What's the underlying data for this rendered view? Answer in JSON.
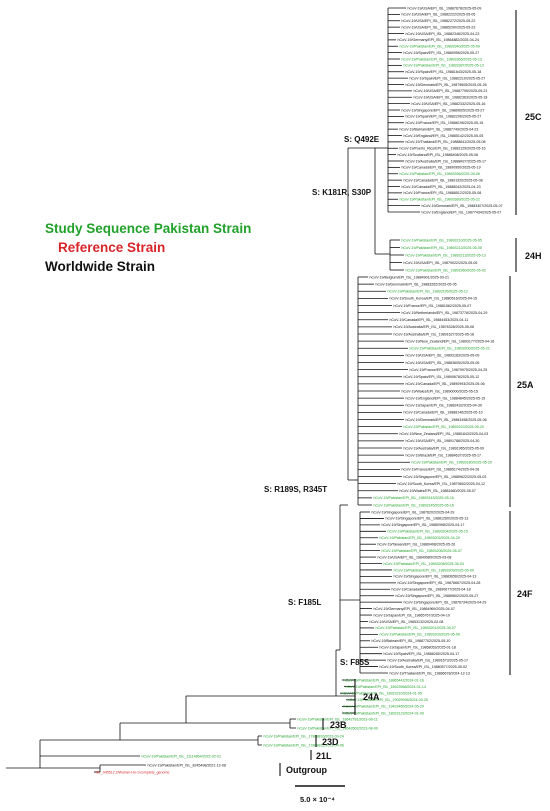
{
  "legend": {
    "study": {
      "label": "Study Sequence Pakistan Strain",
      "color": "#22a12b"
    },
    "reference": {
      "label": "Reference Strain",
      "color": "#d9262b"
    },
    "worldwide": {
      "label": "Worldwide Strain",
      "color": "#111111"
    }
  },
  "mutations": {
    "q492e": "S: Q492E",
    "k181r": "S: K181R, S30P",
    "r189s": "S: R189S, R345T",
    "f185l": "S: F185L",
    "f85s": "S: F85S"
  },
  "clades": [
    "25C",
    "24H",
    "25A",
    "24F",
    "24A",
    "23B",
    "23D",
    "21L",
    "Outgroup"
  ],
  "scale_label": "5.0 × 10⁻⁴",
  "groups": {
    "g25c": [
      {
        "t": "hCoV-19/USA/EPI_ISL_19887678/2025-05-09",
        "c": "w"
      },
      {
        "t": "hCoV-19/USA/EPI_ISL_19882222/2025-05-05",
        "c": "w"
      },
      {
        "t": "hCoV-19/USA/EPI_ISL_19882272/2025-05-22",
        "c": "w"
      },
      {
        "t": "hCoV-19/USA/EPI_ISL_19885290/2025-05-23",
        "c": "w"
      },
      {
        "t": "hCoV-19/USA/EPI_ISL_19882346/2025-04-23",
        "c": "w"
      },
      {
        "t": "hCoV-19/Germany/EPI_ISL_19864882/2025-04-24",
        "c": "w"
      },
      {
        "t": "hCoV-19/Pakistan/EPI_ISL_19893340/2025-05-09",
        "c": "s"
      },
      {
        "t": "hCoV-19/Spain/EPI_ISL_19880956/2025-05-27",
        "c": "w"
      },
      {
        "t": "hCoV-19/Pakistan/EPI_ISL_19893366/2025-05-13",
        "c": "s"
      },
      {
        "t": "hCoV-19/Pakistan/EPI_ISL_19893387/2025-05-13",
        "c": "s"
      },
      {
        "t": "hCoV-19/Spain/EPI_ISL_19881643/2025-05-18",
        "c": "w"
      },
      {
        "t": "hCoV-19/Spain/EPI_ISL_19882210/2025-05-27",
        "c": "w"
      },
      {
        "t": "hCoV-19/Denmark/EPI_ISL_19879605/2025-05-26",
        "c": "w"
      },
      {
        "t": "hCoV-19/USA/EPI_ISL_19887795/2025-05-21",
        "c": "w"
      },
      {
        "t": "hCoV-19/USA/EPI_ISL_19882363/2025-05-18",
        "c": "w"
      },
      {
        "t": "hCoV-19/USA/EPI_ISL_19882332/2025-05-16",
        "c": "w"
      },
      {
        "t": "hCoV-19/Singapore/EPI_ISL_19889605/2025-05-27",
        "c": "w"
      },
      {
        "t": "hCoV-19/Spain/EPI_ISL_19882206/2025-05-27",
        "c": "w"
      },
      {
        "t": "hCoV-19/France/EPI_ISL_19886196/2025-05-15",
        "c": "w"
      },
      {
        "t": "hCoV-19/Bahrain/EPI_ISL_19887749/2025-04-23",
        "c": "w"
      },
      {
        "t": "hCoV-19/England/EPI_ISL_19885142/2025-05-05",
        "c": "w"
      },
      {
        "t": "hCoV-19/Thailand/EPI_ISL_19888611/2025-05-08",
        "c": "w"
      },
      {
        "t": "hCoV-19/Puerto_Rico/EPI_ISL_19881129/2025-05-15",
        "c": "w"
      },
      {
        "t": "hCoV-19/Scotland/EPI_ISL_19886408/2025-05-08",
        "c": "w"
      },
      {
        "t": "hCoV-19/Australia/EPI_ISL_19888427/2025-05-17",
        "c": "w"
      },
      {
        "t": "hCoV-19/Canada/EPI_ISL_19890950/2025-05-19",
        "c": "w"
      },
      {
        "t": "hCoV-19/Pakistan/EPI_ISL_19893396/2025-05-06",
        "c": "s"
      },
      {
        "t": "hCoV-19/Canada/EPI_ISL_19891920/2025-05-08",
        "c": "w"
      },
      {
        "t": "hCoV-19/Canada/EPI_ISL_19888042/2025-04-23",
        "c": "w"
      },
      {
        "t": "hCoV-19/France/EPI_ISL_19888512/2025-05-08",
        "c": "w"
      },
      {
        "t": "hCoV-19/Pakistan/EPI_ISL_19893389/2025-05-22",
        "c": "s"
      },
      {
        "t": "hCoV-19/Denmark/EPI_ISL_19883407/2025-05-07",
        "c": "w"
      },
      {
        "t": "hCoV-19/England/EPI_ISL_19877434/2025-05-07",
        "c": "w"
      }
    ],
    "g24h": [
      {
        "t": "hCoV-19/Pakistan/EPI_ISL_19893210/2025-05-05",
        "c": "s"
      },
      {
        "t": "hCoV-19/Pakistan/EPI_ISL_19893212/2025-05-05",
        "c": "s"
      },
      {
        "t": "hCoV-19/Pakistan/EPI_ISL_19893213/2025-05-13",
        "c": "s"
      },
      {
        "t": "hCoV-19/USA/EPI_ISL_19879022/2025-05-05",
        "c": "w"
      },
      {
        "t": "hCoV-19/Pakistan/EPI_ISL_19891960/2025-05-02",
        "c": "s"
      }
    ],
    "g25a": [
      {
        "t": "hCoV-19/Belgium/EPI_ISL_19884901/2025-03-21",
        "c": "w"
      },
      {
        "t": "hCoV-19/Denmark/EPI_ISL_19883262/2025-05-05",
        "c": "w"
      },
      {
        "t": "hCoV-19/Pakistan/EPI_ISL_19893195/2025-05-12",
        "c": "s"
      },
      {
        "t": "hCoV-19/South_Korea/EPI_ISL_19880516/2025-04-15",
        "c": "w"
      },
      {
        "t": "hCoV-19/France/EPI_ISL_19881562/2025-05-07",
        "c": "w"
      },
      {
        "t": "hCoV-19/Netherlands/EPI_ISL_19873776/2025-04-29",
        "c": "w"
      },
      {
        "t": "hCoV-19/Canada/EPI_ISL_19884453/2025-04-11",
        "c": "w"
      },
      {
        "t": "hCoV-19/Australia/EPI_ISL_19876328/2025-05-06",
        "c": "w"
      },
      {
        "t": "hCoV-19/Australia/EPI_ISL_19891627/2025-05-18",
        "c": "w"
      },
      {
        "t": "hCoV-19/New_Zealand/EPI_ISL_19893177/2025-04-16",
        "c": "w"
      },
      {
        "t": "hCoV-19/Pakistan/EPI_ISL_19893200/2025-05-21",
        "c": "s"
      },
      {
        "t": "hCoV-19/USA/EPI_ISL_19893183/2025-05-09",
        "c": "w"
      },
      {
        "t": "hCoV-19/USA/EPI_ISL_19883605/2025-05-05",
        "c": "w"
      },
      {
        "t": "hCoV-19/France/EPI_ISL_19879975/2025-04-25",
        "c": "w"
      },
      {
        "t": "hCoV-19/Spain/EPI_ISL_19890678/2025-05-12",
        "c": "w"
      },
      {
        "t": "hCoV-19/Canada/EPI_ISL_19890993/2025-05-06",
        "c": "w"
      },
      {
        "t": "hCoV-19/Wales/EPI_ISL_19890000/2025-05-15",
        "c": "w"
      },
      {
        "t": "hCoV-19/England/EPI_ISL_19884845/2025-05-15",
        "c": "w"
      },
      {
        "t": "hCoV-19/Japan/EPI_ISL_19882432/2025-04-30",
        "c": "w"
      },
      {
        "t": "hCoV-19/Canada/EPI_ISL_19888146/2025-05-10",
        "c": "w"
      },
      {
        "t": "hCoV-19/Denmark/EPI_ISL_19883498/2025-05-06",
        "c": "w"
      },
      {
        "t": "hCoV-19/Pakistan/EPI_ISL_19893222/2025-05-20",
        "c": "s"
      },
      {
        "t": "hCoV-19/New_Zealand/EPI_ISL_19881843/2025-04-03",
        "c": "w"
      },
      {
        "t": "hCoV-19/USA/EPI_ISL_19891788/2025-04-30",
        "c": "w"
      },
      {
        "t": "hCoV-19/Australia/EPI_ISL_19891965/2025-05-09",
        "c": "w"
      },
      {
        "t": "hCoV-19/Brazil/EPI_ISL_19884637/2025-05-17",
        "c": "w"
      },
      {
        "t": "hCoV-19/Pakistan/EPI_ISL_19893180/2025-05-20",
        "c": "s"
      },
      {
        "t": "hCoV-19/France/EPI_ISL_19885174/2025-04-28",
        "c": "w"
      },
      {
        "t": "hCoV-19/Singapore/EPI_ISL_19889622/2025-05-03",
        "c": "w"
      },
      {
        "t": "hCoV-19/South_Korea/EPI_ISL_19879652/2025-04-12",
        "c": "w"
      },
      {
        "t": "hCoV-19/Wales/EPI_ISL_19881660/2025-05-07",
        "c": "w"
      },
      {
        "t": "hCoV-19/Pakistan/EPI_ISL_19893143/2025-05-16",
        "c": "s"
      },
      {
        "t": "hCoV-19/Pakistan/EPI_ISL_19893145/2025-05-16",
        "c": "s"
      }
    ],
    "g24f": [
      {
        "t": "hCoV-19/Singapore/EPI_ISL_19876202/2025-04-29",
        "c": "w"
      },
      {
        "t": "hCoV-19/Singapore/EPI_ISL_19881260/2025-05-13",
        "c": "w"
      },
      {
        "t": "hCoV-19/Singapore/EPI_ISL_19880998/2025-04-17",
        "c": "w"
      },
      {
        "t": "hCoV-19/Pakistan/EPI_ISL_19893204/2025-05-15",
        "c": "s"
      },
      {
        "t": "hCoV-19/Pakistan/EPI_ISL_19893202/2025-04-29",
        "c": "s"
      },
      {
        "t": "hCoV-19/Taiwan/EPI_ISL_19889408/2025-05-26",
        "c": "w"
      },
      {
        "t": "hCoV-19/Pakistan/EPI_ISL_19893206/2025-05-07",
        "c": "s"
      },
      {
        "t": "hCoV-19/USA/EPI_ISL_19849589/2025-03-08",
        "c": "w"
      },
      {
        "t": "hCoV-19/Pakistan/EPI_ISL_19893208/2025-05-03",
        "c": "s"
      },
      {
        "t": "hCoV-19/Pakistan/EPI_ISL_19893209/2025-05-09",
        "c": "s"
      },
      {
        "t": "hCoV-19/Singapore/EPI_ISL_19883656/2025-04-13",
        "c": "w"
      },
      {
        "t": "hCoV-19/Singapore/EPI_ISL_19876667/2025-04-28",
        "c": "w"
      },
      {
        "t": "hCoV-19/Canada/EPI_ISL_19890677/2025-04-18",
        "c": "w"
      },
      {
        "t": "hCoV-19/Singapore/EPI_ISL_19889602/2025-05-27",
        "c": "w"
      },
      {
        "t": "hCoV-19/Singapore/EPI_ISL_19876734/2025-04-29",
        "c": "w"
      },
      {
        "t": "hCoV-19/Germany/EPI_ISL_19864969/2025-04-07",
        "c": "w"
      },
      {
        "t": "hCoV-19/Japan/EPI_ISL_19865767/2025-04-19",
        "c": "w"
      },
      {
        "t": "hCoV-19/USA/EPI_ISL_19853132/2025-02-08",
        "c": "w"
      },
      {
        "t": "hCoV-19/Pakistan/EPI_ISL_19893201/2025-05-07",
        "c": "s"
      },
      {
        "t": "hCoV-19/Pakistan/EPI_ISL_19893203/2025-05-06",
        "c": "s"
      },
      {
        "t": "hCoV-19/Bahrain/EPI_ISL_19887702/2025-05-10",
        "c": "w"
      },
      {
        "t": "hCoV-19/Japan/EPI_ISL_19868053/2025-01-18",
        "c": "w"
      },
      {
        "t": "hCoV-19/Spain/EPI_ISL_19886280/2025-04-17",
        "c": "w"
      },
      {
        "t": "hCoV-19/Australia/EPI_ISL_19891673/2025-05-17",
        "c": "w"
      },
      {
        "t": "hCoV-19/South_Korea/EPI_ISL_19880577/2025-05-02",
        "c": "w"
      },
      {
        "t": "hCoV-19/Thailand/EPI_ISL_19886678/2024-12-13",
        "c": "w"
      }
    ],
    "g24a": [
      {
        "t": "hCoV-19/Pakistan/EPI_ISL_18865442/2024-01-16",
        "c": "s"
      },
      {
        "t": "hCoV-19/Pakistan/EPI_ISL_18923968/2024-01-14",
        "c": "s"
      },
      {
        "t": "hCoV-19/Pakistan/EPI_ISL_18923210/2024-01-05",
        "c": "s"
      },
      {
        "t": "hCoV-19/Pakistan/EPI_ISL_19029936/2024-03-25",
        "c": "s"
      },
      {
        "t": "hCoV-19/Pakistan/EPI_ISL_19423465/2024-05-29",
        "c": "s"
      },
      {
        "t": "hCoV-19/Pakistan/EPI_ISL_18923123/2024-01-09",
        "c": "s"
      }
    ],
    "g23b": [
      {
        "t": "hCoV-19/Pakistan/EPI_ISL_18642781/2023-08-11",
        "c": "s"
      },
      {
        "t": "hCoV-19/Pakistan/EPI_ISL_18642602/2023-08-09",
        "c": "s"
      }
    ],
    "g23d": [
      {
        "t": "hCoV-19/Pakistan/EPI_ISL_17808816/2023-03-24",
        "c": "s"
      },
      {
        "t": "hCoV-19/Pakistan/EPI_ISL_17808812/2023-04-06",
        "c": "s"
      }
    ],
    "g21l": [
      {
        "t": "hCoV-19/Pakistan/EPI_ISL_11114864/2022-02-01",
        "c": "s"
      }
    ],
    "gout": [
      {
        "t": "hCoV-19/Pakistan/EPI_ISL_8245498/2021-12-08",
        "c": "w"
      },
      {
        "t": "NC_045512.2/Wuhan-Hu-1/complete_genome",
        "c": "r"
      }
    ]
  }
}
